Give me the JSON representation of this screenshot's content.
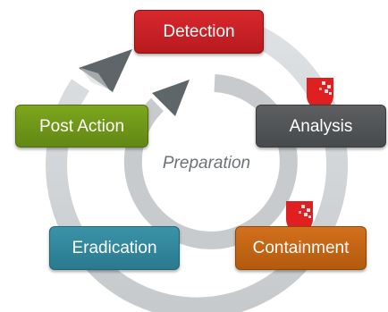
{
  "diagram": {
    "stages": {
      "detection": "Detection",
      "analysis": "Analysis",
      "post_action": "Post Action",
      "eradication": "Eradication",
      "containment": "Containment"
    },
    "center_label": "Preparation"
  },
  "colors": {
    "detection": "#c8202a",
    "analysis": "#525457",
    "post_action": "#6f981a",
    "eradication": "#3188a0",
    "containment": "#c56610",
    "outer_ring": "#d3d6d8",
    "inner_ring": "#c7cbcd",
    "arrow_head": "#5f6669",
    "shield_badge": "#e02020"
  },
  "icons": {
    "analysis_badge": "pixel-shield-icon",
    "containment_badge": "pixel-shield-icon"
  }
}
